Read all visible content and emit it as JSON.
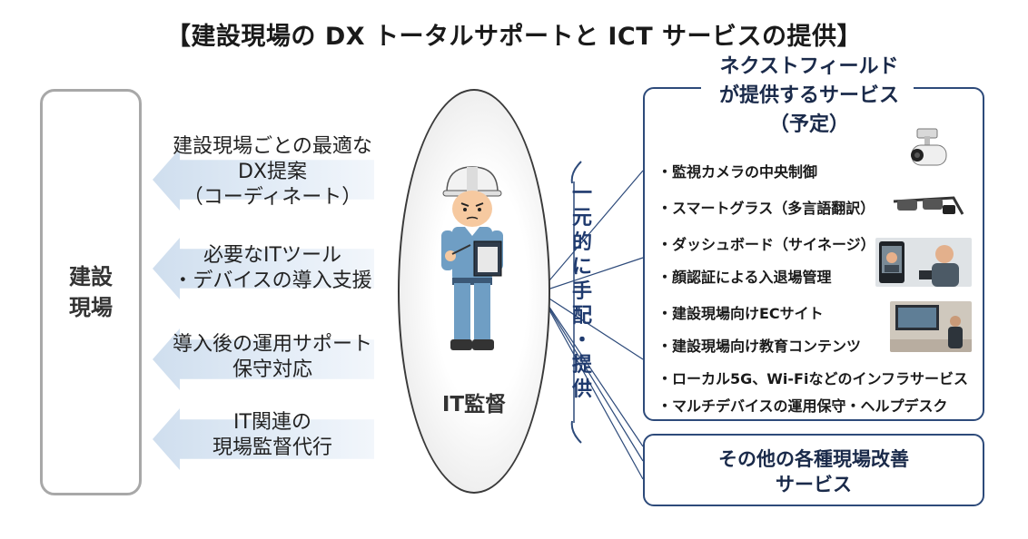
{
  "title": "【建設現場の DX トータルサポートと ICT サービスの提供】",
  "site": {
    "line1": "建設",
    "line2": "現場"
  },
  "arrows": [
    {
      "line1": "建設現場ごとの最適な",
      "line2": "DX提案",
      "line3": "（コーディネート）"
    },
    {
      "line1": "必要なITツール",
      "line2": "・デバイスの導入支援"
    },
    {
      "line1": "導入後の運用サポート",
      "line2": "保守対応"
    },
    {
      "line1": "IT関連の",
      "line2": "現場監督代行"
    }
  ],
  "center": {
    "label": "IT監督"
  },
  "bracket": {
    "chars": [
      "一",
      "元",
      "的",
      "に",
      "手",
      "配",
      "・",
      "提",
      "供"
    ]
  },
  "services": {
    "title_line1": "ネクストフィールド",
    "title_line2": "が提供するサービス",
    "title_line3": "（予定）",
    "items": [
      "・監視カメラの中央制御",
      "・スマートグラス（多言語翻訳）",
      "・ダッシュボード（サイネージ）",
      "・顔認証による入退場管理",
      "・建設現場向けECサイト",
      "・建設現場向け教育コンテンツ",
      "・ローカル5G、Wi-Fiなどのインフラサービス",
      "・マルチデバイスの運用保守・ヘルプデスク"
    ]
  },
  "other": {
    "line1": "その他の各種現場改善",
    "line2": "サービス"
  },
  "colors": {
    "navy": "#2d4a7a",
    "arrow_fill": "#dbe6f2",
    "box_gray": "#a8a8a8"
  },
  "icons": [
    "hardhat-worker-icon",
    "camera-icon",
    "smart-glasses-icon",
    "face-auth-photo-icon",
    "signage-photo-icon"
  ]
}
